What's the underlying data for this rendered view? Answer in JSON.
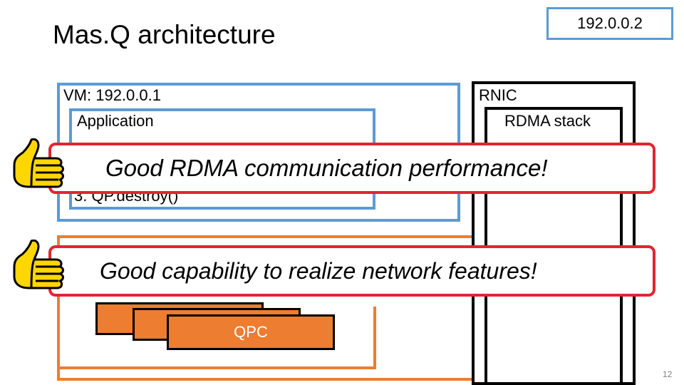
{
  "slide": {
    "title": "Mas.Q architecture",
    "ip_box": "192.0.0.2",
    "page_number": "12"
  },
  "vm": {
    "label": "VM: 192.0.0.1",
    "application": {
      "label": "Application",
      "step3": "3.  QP.destroy()"
    }
  },
  "host": {
    "qpc_label": "QPC"
  },
  "rnic": {
    "label": "RNIC",
    "stack_label": "RDMA stack"
  },
  "banners": [
    {
      "text": "Good RDMA communication performance!",
      "icon": "thumbs-up-icon"
    },
    {
      "text": "Good capability to realize network features!",
      "icon": "thumbs-up-icon"
    }
  ],
  "colors": {
    "blue_border": "#5b9bd5",
    "orange": "#ed7d31",
    "banner_red": "#e0262f",
    "thumb_yellow": "#ffd700"
  }
}
